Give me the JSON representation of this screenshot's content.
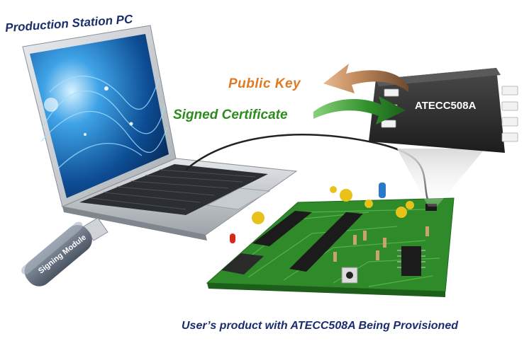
{
  "labels": {
    "station": "Production Station PC",
    "public_key": "Public  Key",
    "signed_cert": "Signed Certificate",
    "chip": "ATECC508A",
    "usb": "Signing Module",
    "footer": "User’s product with ATECC508A Being Provisioned"
  },
  "colors": {
    "title_blue": "#1a2e6e",
    "public_key_orange": "#e07a22",
    "signed_cert_green": "#2e8b1f",
    "pcb_green": "#2f8a2a",
    "chip_dark": "#2a2a2a"
  },
  "icons": [
    "laptop-icon",
    "usb-stick-icon",
    "chip-icon",
    "circuit-board-icon",
    "arrow-left-icon",
    "arrow-right-icon"
  ]
}
